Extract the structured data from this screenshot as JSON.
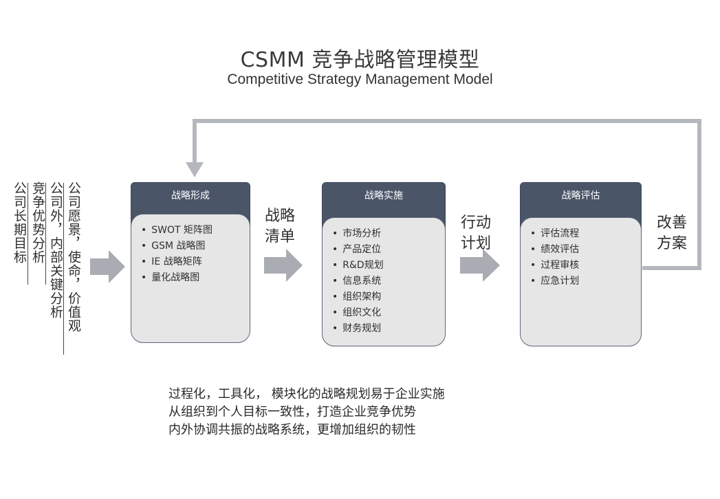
{
  "title": "CSMM 竞争战略管理模型",
  "subtitle": "Competitive Strategy Management Model",
  "inputs": [
    "公司长期目标",
    "竞争优势分析",
    "公司外，内部关键分析",
    "公司愿景，使命，价值观"
  ],
  "boxes": [
    {
      "header": "战略形成",
      "items": [
        "SWOT 矩阵图",
        "GSM  战略图",
        "IE 战略矩阵",
        "量化战略图"
      ]
    },
    {
      "header": "战略实施",
      "items": [
        "市场分析",
        "产品定位",
        "R&D规划",
        "信息系统",
        "组织架构",
        "组织文化",
        "财务规划"
      ]
    },
    {
      "header": "战略评估",
      "items": [
        "评估流程",
        "绩效评估",
        "过程审核",
        "应急计划"
      ]
    }
  ],
  "connectors": {
    "plan_list": [
      "战略",
      "清单"
    ],
    "action_plan": [
      "行动",
      "计划"
    ],
    "improvement": [
      "改善",
      "方案"
    ]
  },
  "summary": [
    "过程化，工具化， 模块化的战略规划易于企业实施",
    "从组织到个人目标一致性，打造企业竞争优势",
    "内外协调共振的战略系统，更增加组织的韧性"
  ],
  "colors": {
    "header_fill": "#4a5568",
    "body_fill": "#e6e6e7",
    "arrow_fill": "#a9acb2",
    "feedback_line": "#b4b7bd"
  }
}
